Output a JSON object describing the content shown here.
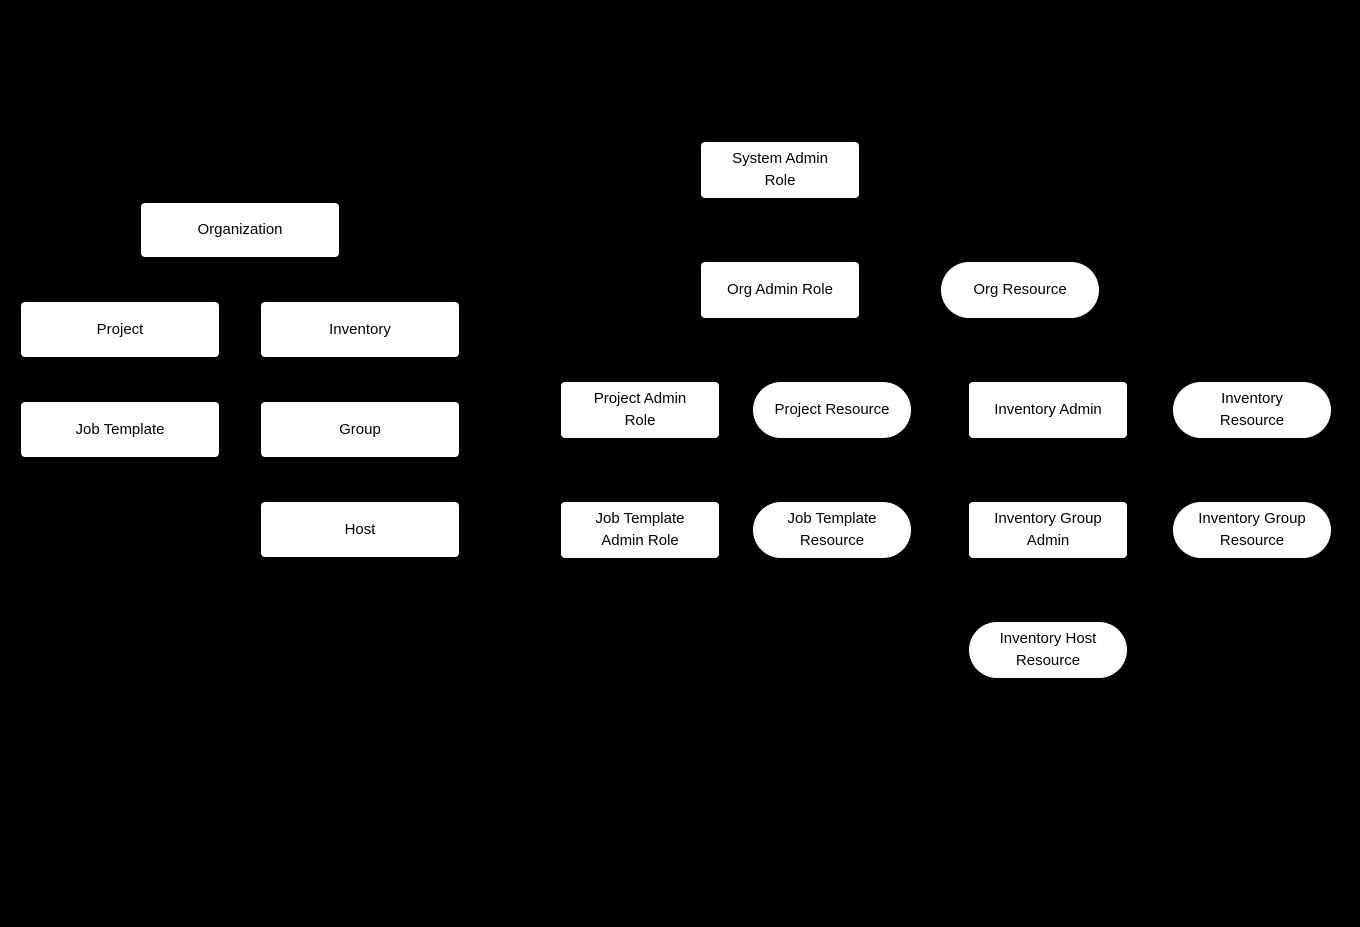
{
  "diagram": {
    "background_color": "#000000",
    "node_fill_color": "#ffffff",
    "node_text_color": "#000000",
    "nodes": [
      {
        "id": "organization",
        "label": "Organization",
        "shape": "rect"
      },
      {
        "id": "project",
        "label": "Project",
        "shape": "rect"
      },
      {
        "id": "inventory",
        "label": "Inventory",
        "shape": "rect"
      },
      {
        "id": "job-template",
        "label": "Job Template",
        "shape": "rect"
      },
      {
        "id": "group",
        "label": "Group",
        "shape": "rect"
      },
      {
        "id": "host",
        "label": "Host",
        "shape": "rect"
      },
      {
        "id": "system-admin-role",
        "label": "System Admin\nRole",
        "shape": "rect"
      },
      {
        "id": "org-admin-role",
        "label": "Org Admin Role",
        "shape": "rect"
      },
      {
        "id": "org-resource",
        "label": "Org Resource",
        "shape": "stadium"
      },
      {
        "id": "project-admin-role",
        "label": "Project Admin\nRole",
        "shape": "rect"
      },
      {
        "id": "project-resource",
        "label": "Project Resource",
        "shape": "stadium"
      },
      {
        "id": "inventory-admin",
        "label": "Inventory Admin",
        "shape": "rect"
      },
      {
        "id": "inventory-resource",
        "label": "Inventory\nResource",
        "shape": "stadium"
      },
      {
        "id": "job-template-admin-role",
        "label": "Job Template\nAdmin Role",
        "shape": "rect"
      },
      {
        "id": "job-template-resource",
        "label": "Job Template\nResource",
        "shape": "stadium"
      },
      {
        "id": "inventory-group-admin",
        "label": "Inventory Group\nAdmin",
        "shape": "rect"
      },
      {
        "id": "inventory-group-resource",
        "label": "Inventory Group\nResource",
        "shape": "stadium"
      },
      {
        "id": "inventory-host-resource",
        "label": "Inventory Host\nResource",
        "shape": "stadium"
      }
    ]
  }
}
